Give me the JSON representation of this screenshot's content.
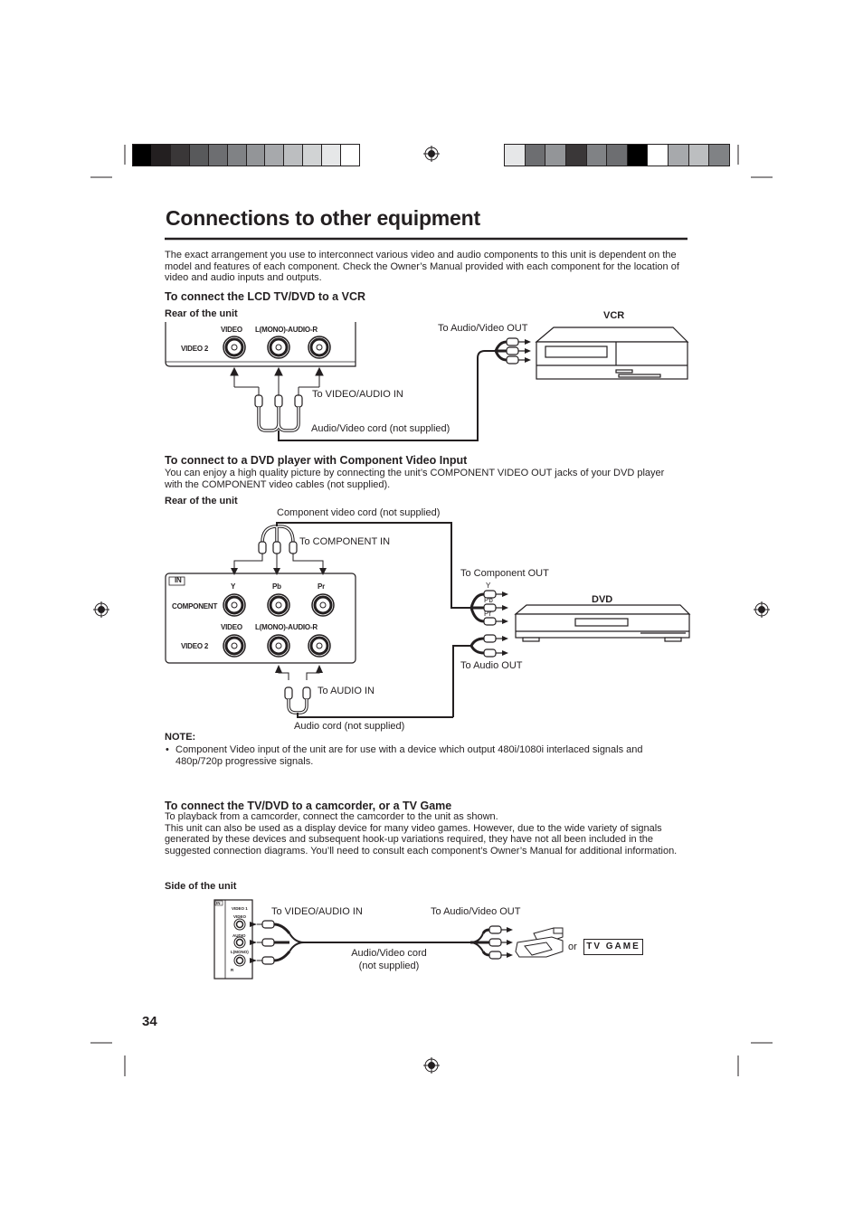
{
  "page": {
    "title": "Connections to other equipment",
    "intro": "The exact arrangement you use to interconnect various video and audio components to this unit is dependent on the model and features of each component. Check the Owner’s Manual provided with each component for the location of video and audio inputs and outputs.",
    "page_number": "34"
  },
  "vcr_section": {
    "heading": "To connect the LCD TV/DVD to a VCR",
    "rear_label": "Rear of the unit",
    "device_label": "VCR",
    "jack_video": "VIDEO",
    "jack_audio": "L(MONO)-AUDIO-R",
    "jack_row": "VIDEO 2",
    "to_out": "To Audio/Video OUT",
    "to_in": "To VIDEO/AUDIO IN",
    "cord": "Audio/Video cord (not supplied)"
  },
  "dvd_section": {
    "heading": "To connect to a DVD player with Component Video Input",
    "description": "You can enjoy a high quality picture by connecting the unit’s COMPONENT VIDEO OUT jacks of your DVD player with the COMPONENT video cables (not supplied).",
    "rear_label": "Rear of the unit",
    "component_cord": "Component video cord (not supplied)",
    "to_component_in": "To COMPONENT IN",
    "to_component_out": "To Component OUT",
    "device_label": "DVD",
    "panel_in": "IN",
    "component_label": "COMPONENT",
    "y": "Y",
    "pb": "Pb",
    "pr": "Pr",
    "jack_video": "VIDEO",
    "jack_audio": "L(MONO)-AUDIO-R",
    "jack_row": "VIDEO 2",
    "to_audio_out": "To Audio OUT",
    "to_audio_in": "To AUDIO IN",
    "audio_cord": "Audio cord (not supplied)",
    "note_title": "NOTE:",
    "note_text": "Component Video input of the unit are for use with a device which output 480i/1080i interlaced signals and 480p/720p progressive signals."
  },
  "camcorder_section": {
    "heading": "To connect the TV/DVD to a camcorder, or a TV Game",
    "description": "To playback from a camcorder, connect the camcorder to the unit as shown.\nThis unit can also be used as a display device for many video games. However, due to the wide variety of signals generated by these devices and subsequent hook-up variations required, they have not all been included in the suggested connection diagrams. You’ll need to consult each component’s Owner’s Manual for additional information.",
    "side_label": "Side of the unit",
    "to_in": "To VIDEO/AUDIO IN",
    "to_out": "To Audio/Video OUT",
    "cord": "Audio/Video cord\n(not supplied)",
    "or": "or",
    "tv_game": "TV GAME",
    "panel_in": "IN",
    "panel_video1": "VIDEO 1",
    "panel_video": "VIDEO",
    "panel_audio": "AUDIO",
    "panel_mono": "L(MONO)",
    "panel_r": "R"
  },
  "colors": {
    "registration_bar_left": [
      "#000000",
      "#231f20",
      "#3a3738",
      "#58595b",
      "#6d6e71",
      "#808285",
      "#939598",
      "#a7a9ac",
      "#bcbec0",
      "#d1d3d4",
      "#e6e7e8",
      "#ffffff"
    ],
    "registration_bar_right": [
      "#e6e7e8",
      "#6d6e71",
      "#939598",
      "#3a3738",
      "#808285",
      "#6d6e71",
      "#000000",
      "#ffffff",
      "#a7a9ac",
      "#bcbec0",
      "#808285"
    ]
  }
}
